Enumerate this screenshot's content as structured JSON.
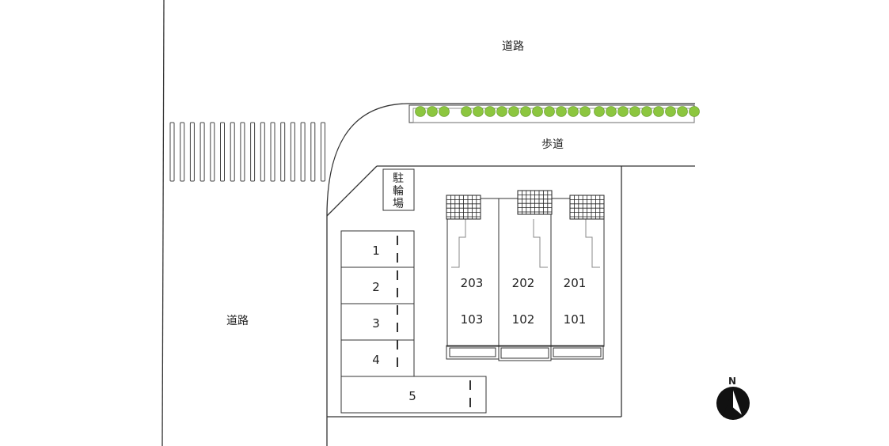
{
  "labels": {
    "road_top": "道路",
    "road_left": "道路",
    "sidewalk": "歩道",
    "bicycle_parking": [
      "駐",
      "輪",
      "場"
    ]
  },
  "parking_spaces": [
    "1",
    "2",
    "3",
    "4",
    "5"
  ],
  "units": {
    "upper": [
      "203",
      "202",
      "201"
    ],
    "lower": [
      "103",
      "102",
      "101"
    ]
  },
  "compass": {
    "letter": "N"
  },
  "colors": {
    "tree": "#8cc63f",
    "tree_edge": "#5a8f1e",
    "line": "#333333",
    "background": "#ffffff"
  }
}
